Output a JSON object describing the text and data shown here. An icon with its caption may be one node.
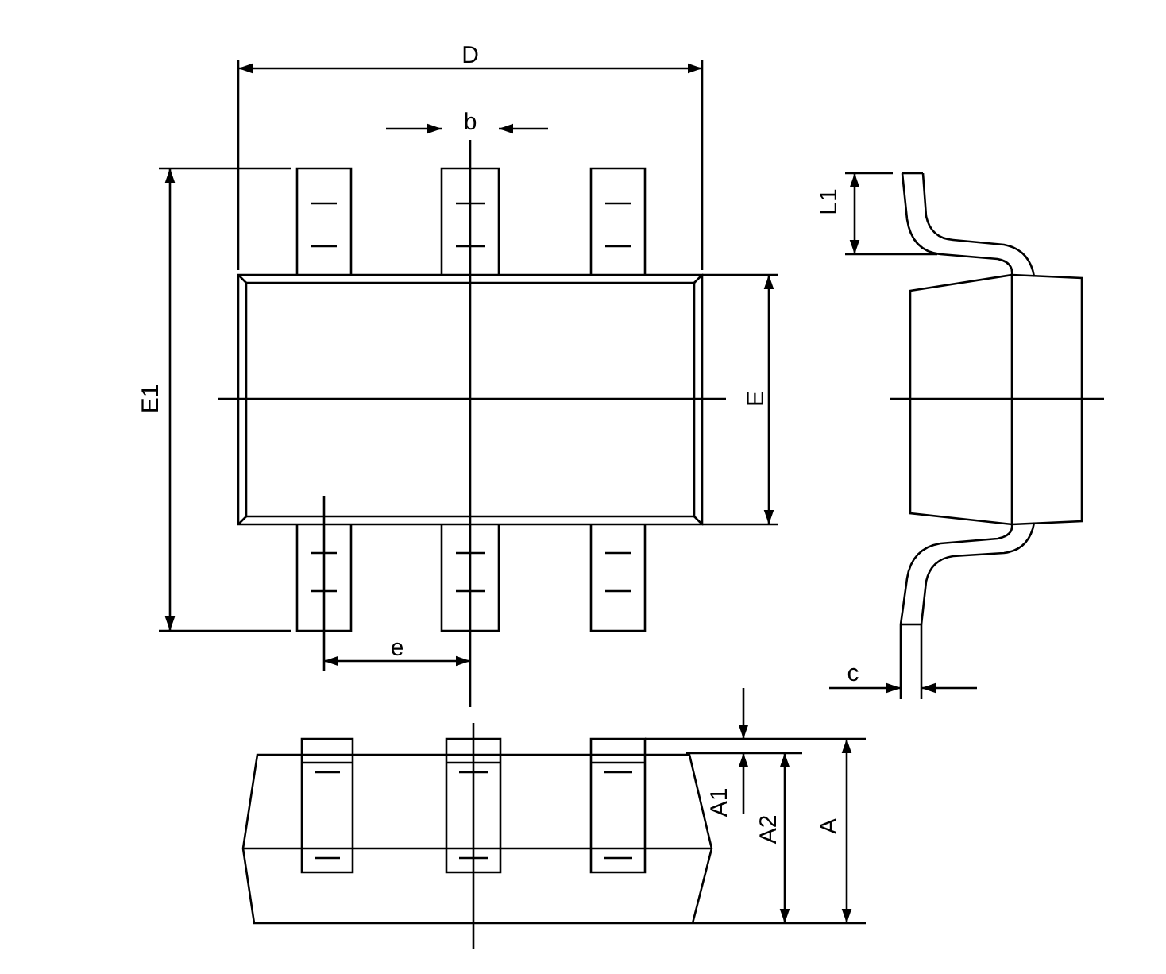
{
  "diagram": {
    "labels": [
      "D",
      "b",
      "E1",
      "E",
      "L1",
      "e",
      "c",
      "A1",
      "A2",
      "A"
    ]
  }
}
